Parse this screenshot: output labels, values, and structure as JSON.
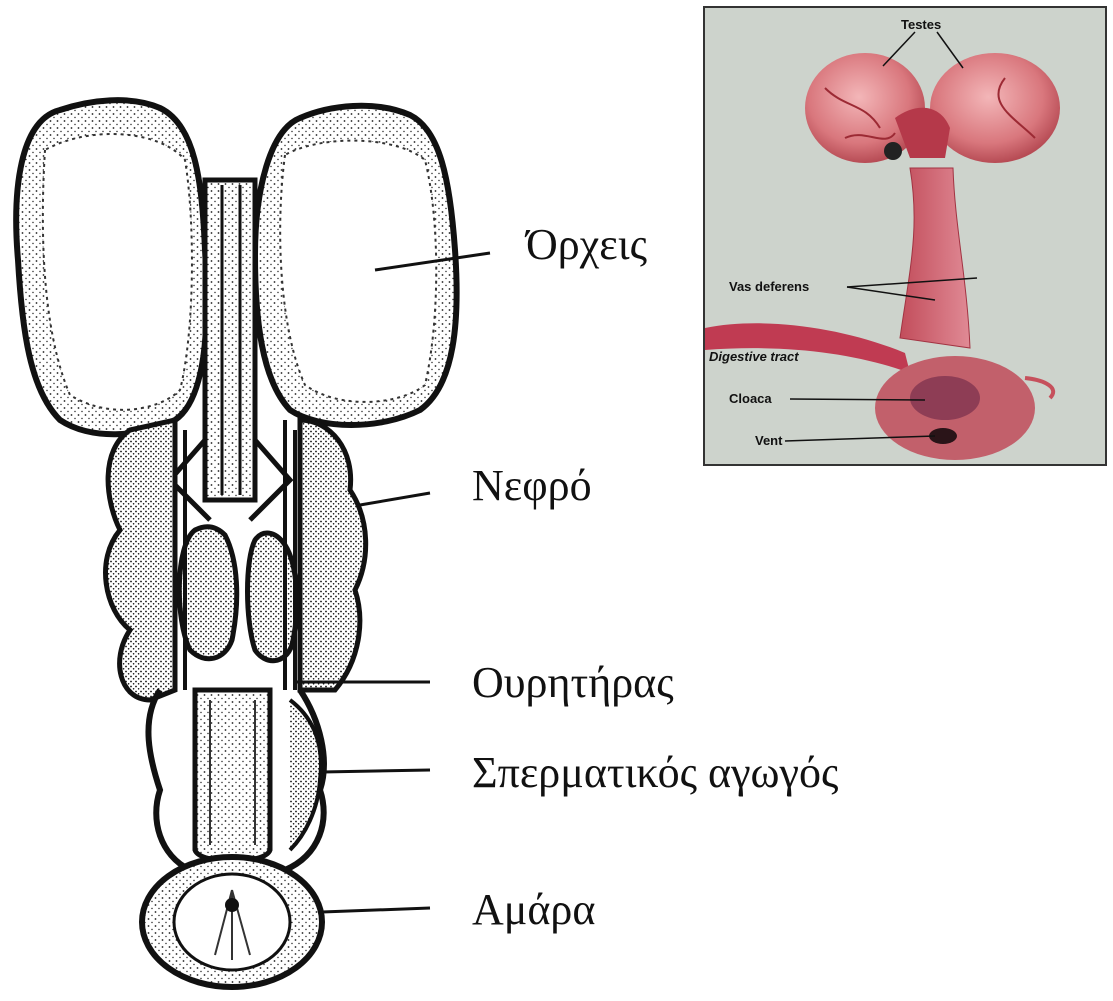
{
  "diagram": {
    "labels": [
      "Όρχεις",
      "Νεφρό",
      "Ουρητήρας",
      "Σπερματικός αγωγός",
      "Αμάρα"
    ]
  },
  "photo": {
    "labels": {
      "testes": "Testes",
      "vas_deferens": "Vas deferens",
      "digestive_tract": "Digestive tract",
      "cloaca": "Cloaca",
      "vent": "Vent"
    }
  }
}
